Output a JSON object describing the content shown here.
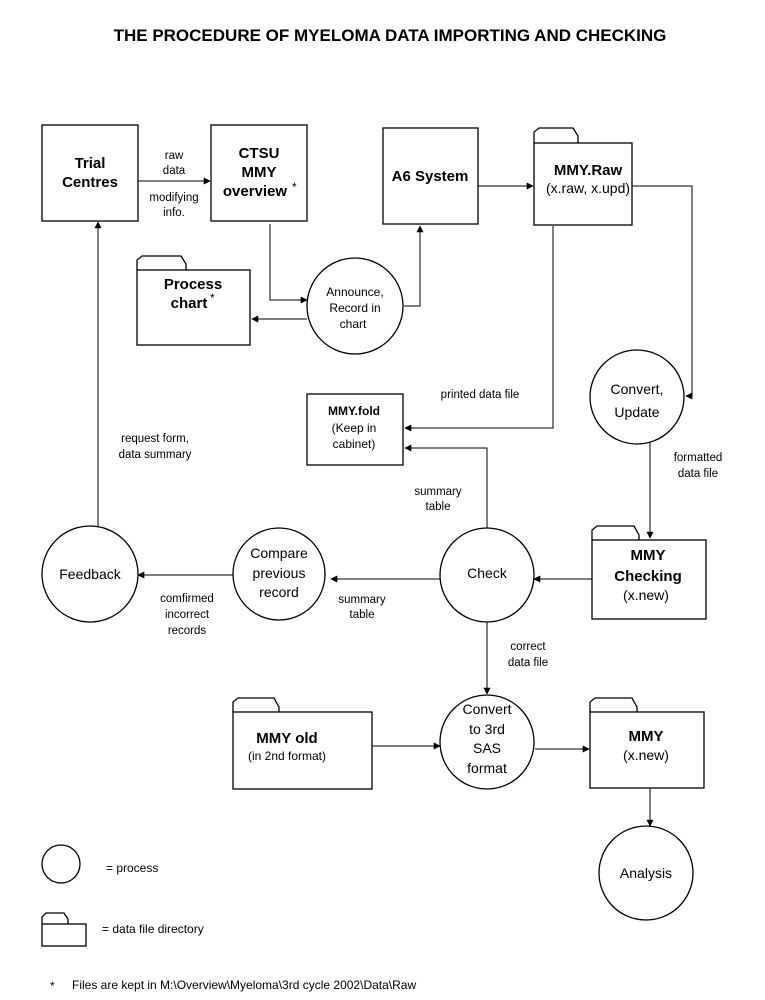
{
  "title": "THE PROCEDURE OF MYELOMA DATA IMPORTING AND CHECKING",
  "nodes": {
    "trial_centres": {
      "line1": "Trial",
      "line2": "Centres"
    },
    "ctsu": {
      "line1": "CTSU",
      "line2": "MMY",
      "line3": "overview",
      "mark": "*"
    },
    "a6": {
      "label": "A6 System"
    },
    "mmy_raw": {
      "line1": "MMY.Raw",
      "line2": "(x.raw, x.upd)"
    },
    "process_chart": {
      "line1": "Process",
      "line2": "chart",
      "mark": "*"
    },
    "announce": {
      "line1": "Announce,",
      "line2": "Record in",
      "line3": "chart"
    },
    "convert_update": {
      "line1": "Convert,",
      "line2": "Update"
    },
    "mmy_fold": {
      "line1": "MMY.fold",
      "line2": "(Keep in",
      "line3": "cabinet)"
    },
    "feedback": {
      "label": "Feedback"
    },
    "compare": {
      "line1": "Compare",
      "line2": "previous",
      "line3": "record"
    },
    "check": {
      "label": "Check"
    },
    "mmy_checking": {
      "line1": "MMY",
      "line2": "Checking",
      "line3": "(x.new)"
    },
    "mmy_old": {
      "line1": "MMY old",
      "line2": "(in 2nd format)"
    },
    "convert_sas": {
      "line1": "Convert",
      "line2": "to 3rd",
      "line3": "SAS",
      "line4": "format"
    },
    "mmy_new": {
      "line1": "MMY",
      "line2": "(x.new)"
    },
    "analysis": {
      "label": "Analysis"
    }
  },
  "edges": {
    "raw_data": {
      "line1": "raw",
      "line2": "data"
    },
    "modifying_info": {
      "line1": "modifying",
      "line2": "info."
    },
    "printed_data_file": "printed data file",
    "request_form": {
      "line1": "request form,",
      "line2": "data summary"
    },
    "formatted_data_file": {
      "line1": "formatted",
      "line2": "data file"
    },
    "summary_table_up": {
      "line1": "summary",
      "line2": "table"
    },
    "summary_table_left": {
      "line1": "summary",
      "line2": "table"
    },
    "confirmed_incorrect": {
      "line1": "comfirmed",
      "line2": "incorrect",
      "line3": "records"
    },
    "correct_data_file": {
      "line1": "correct",
      "line2": "data file"
    }
  },
  "legend": {
    "process": "= process",
    "directory": "= data file directory"
  },
  "footnote": {
    "mark": "*",
    "text": "Files are kept in M:\\Overview\\Myeloma\\3rd cycle 2002\\Data\\Raw"
  }
}
